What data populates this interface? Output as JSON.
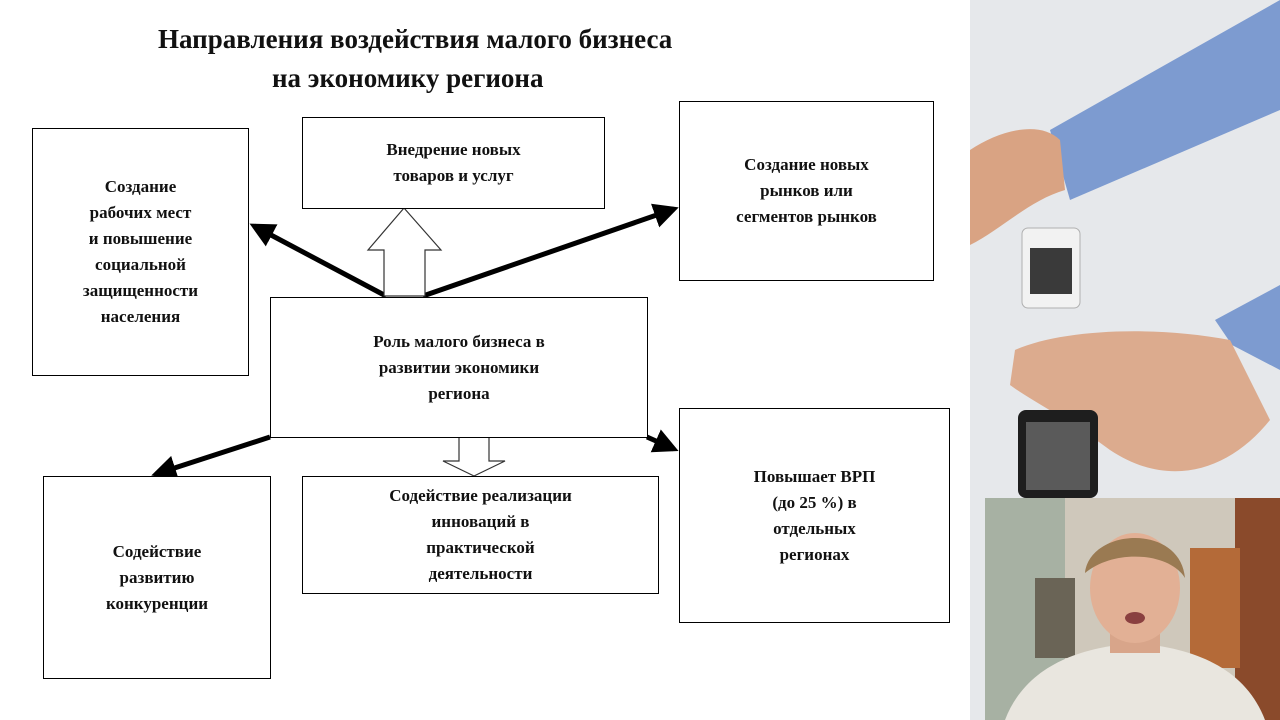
{
  "slide": {
    "title_line1": "Направления воздействия малого бизнеса",
    "title_line2": "на экономику региона",
    "center": "Роль малого бизнеса в\nразвитии экономики\nрегиона",
    "box_jobs": "Создание\nрабочих мест\nи повышение\nсоциальной\nзащищенности\nнаселения",
    "box_products": "Внедрение новых\nтоваров и услуг",
    "box_markets": "Создание новых\nрынков или\nсегментов рынков",
    "box_competition": "Содействие\nразвитию\nконкуренции",
    "box_innovation": "Содействие реализации\nинноваций в\nпрактической\nдеятельности",
    "box_grp": "Повышает ВРП\n(до 25 %) в\nотдельных\nрегионах"
  },
  "photo": {
    "description_icon": "handshake-photo"
  },
  "webcam": {
    "description_icon": "presenter-webcam"
  }
}
